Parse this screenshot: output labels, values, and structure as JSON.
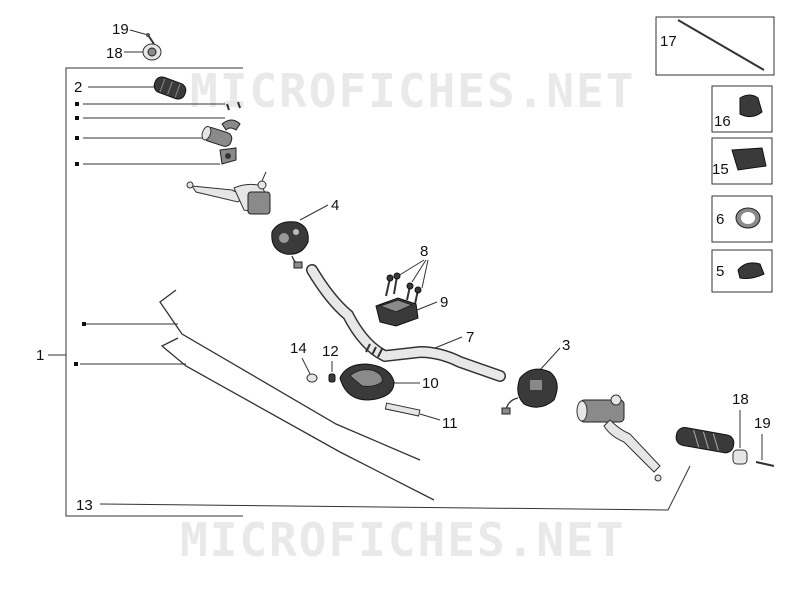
{
  "watermark": {
    "top": "MICROFICHES.NET",
    "bottom": "MICROFICHES.NET"
  },
  "callouts": {
    "c1": "1",
    "c2": "2",
    "c3": "3",
    "c4": "4",
    "c5": "5",
    "c6": "6",
    "c7": "7",
    "c8": "8",
    "c9": "9",
    "c10": "10",
    "c11": "11",
    "c12": "12",
    "c13": "13",
    "c14": "14",
    "c15": "15",
    "c16": "16",
    "c17": "17",
    "c18_top": "18",
    "c19_top": "19",
    "c18_right": "18",
    "c19_right": "19"
  }
}
